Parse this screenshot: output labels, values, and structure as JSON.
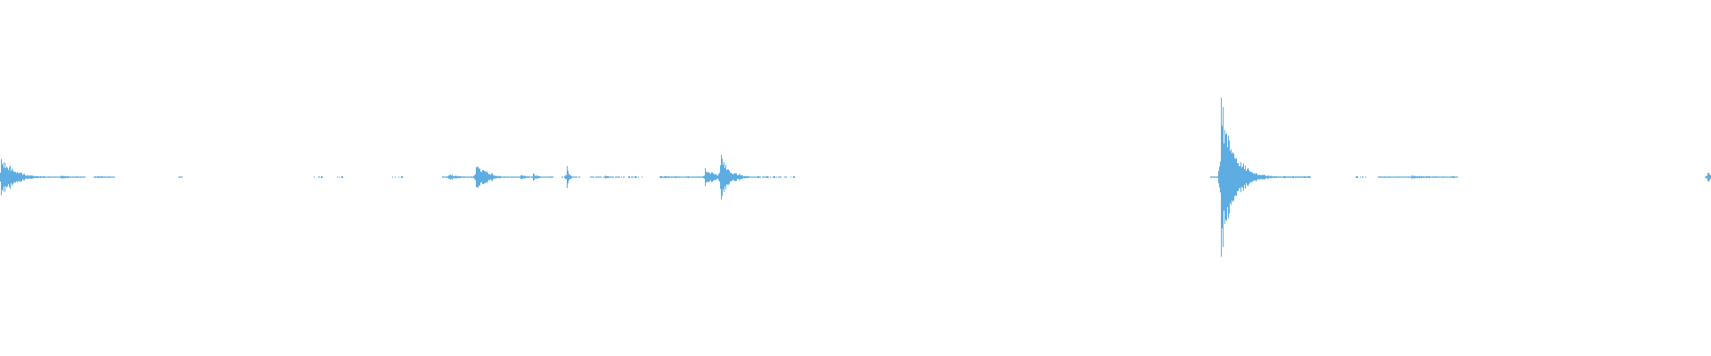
{
  "waveform": {
    "color": "#5dade2",
    "background": "#ffffff",
    "duration_ms": 1920,
    "events": [
      {
        "t": 1,
        "amp": 0.24,
        "decay": 14
      },
      {
        "t": 68,
        "amp": 0.02,
        "decay": 10
      },
      {
        "t": 110,
        "amp": 0.015,
        "decay": 12
      },
      {
        "t": 503,
        "amp": 0.04,
        "decay": 10
      },
      {
        "t": 534,
        "amp": 0.16,
        "decay": 10
      },
      {
        "t": 543,
        "amp": 0.12,
        "decay": 8
      },
      {
        "t": 584,
        "amp": 0.04,
        "decay": 6
      },
      {
        "t": 598,
        "amp": 0.04,
        "decay": 6
      },
      {
        "t": 636,
        "amp": 0.14,
        "decay": 2
      },
      {
        "t": 679,
        "amp": 0.02,
        "decay": 6
      },
      {
        "t": 791,
        "amp": 0.1,
        "decay": 14
      },
      {
        "t": 808,
        "amp": 0.26,
        "decay": 10
      },
      {
        "t": 1370,
        "amp": 1.0,
        "decay": 10
      },
      {
        "t": 1376,
        "amp": 0.55,
        "decay": 14
      },
      {
        "t": 1584,
        "amp": 0.02,
        "decay": 28
      },
      {
        "t": 1629,
        "amp": 0.01,
        "decay": 6
      },
      {
        "t": 1916,
        "amp": 0.08,
        "decay": 2
      }
    ],
    "noise_segments": [
      [
        0,
        28,
        0.012
      ],
      [
        40,
        95,
        0.008
      ],
      [
        105,
        125,
        0.008
      ],
      [
        200,
        204,
        0.006
      ],
      [
        352,
        358,
        0.005
      ],
      [
        378,
        384,
        0.005
      ],
      [
        440,
        448,
        0.005
      ],
      [
        496,
        520,
        0.01
      ],
      [
        524,
        620,
        0.008
      ],
      [
        630,
        650,
        0.006
      ],
      [
        662,
        700,
        0.006
      ],
      [
        704,
        720,
        0.005
      ],
      [
        740,
        830,
        0.01
      ],
      [
        846,
        890,
        0.005
      ],
      [
        1358,
        1470,
        0.01
      ],
      [
        1520,
        1532,
        0.005
      ],
      [
        1546,
        1632,
        0.008
      ]
    ],
    "dots": [
      40,
      48,
      75,
      360,
      383,
      450,
      680,
      705,
      712,
      850,
      860,
      868,
      890,
      1440,
      1450,
      1468,
      1522,
      1630
    ]
  }
}
